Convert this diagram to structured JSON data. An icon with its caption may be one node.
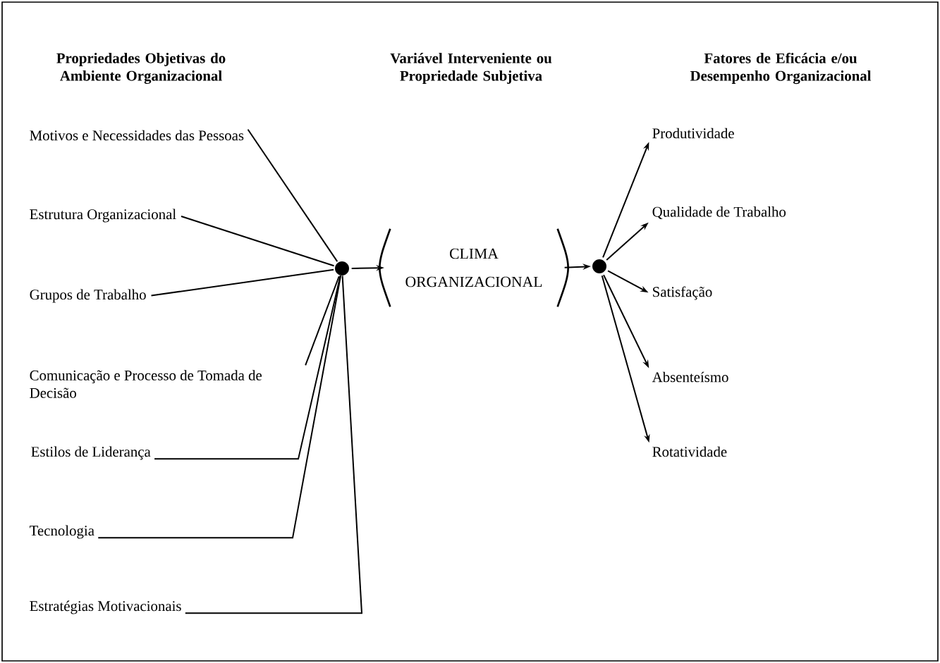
{
  "diagram": {
    "nodes": [
      {
        "text": [
          "Motivos e Necessidades das Pessoas"
        ]
      },
      {
        "text": [
          "Estrutura Organizacional"
        ]
      },
      {
        "text": [
          "Grupos de Trabalho"
        ]
      },
      {
        "text": [
          "Comunicação e Processo de Tomada de Decisão"
        ]
      },
      {
        "text": [
          "Estilos de Liderança"
        ]
      },
      {
        "text": [
          "Tecnologia"
        ]
      },
      {
        "text": [
          "Estratégias Motivacionais"
        ]
      },
      {
        "text": [],
        "shape": "circle"
      },
      {
        "text": [
          "CLIMA ORGANIZACIONAL"
        ]
      },
      {
        "text": [],
        "shape": "circle"
      },
      {
        "text": [
          "Produtividade"
        ]
      },
      {
        "text": [
          "Qualidade de Trabalho"
        ]
      },
      {
        "text": [
          "Satisfação"
        ]
      },
      {
        "text": [
          "Absenteísmo"
        ]
      },
      {
        "text": [
          "Rotatividade"
        ]
      }
    ],
    "edges": [
      {
        "from": 0,
        "to": 7,
        "arrow": "none"
      },
      {
        "from": 1,
        "to": 7,
        "arrow": "none"
      },
      {
        "from": 2,
        "to": 7,
        "arrow": "none"
      },
      {
        "from": 3,
        "to": 7,
        "arrow": "none"
      },
      {
        "from": 4,
        "to": 7,
        "arrow": "none"
      },
      {
        "from": 5,
        "to": 7,
        "arrow": "none"
      },
      {
        "from": 6,
        "to": 7,
        "arrow": "none"
      },
      {
        "from": 7,
        "to": 8,
        "arrow": "to"
      },
      {
        "from": 8,
        "to": 9,
        "arrow": "to"
      },
      {
        "from": 9,
        "to": 10,
        "arrow": "to"
      },
      {
        "from": 9,
        "to": 11,
        "arrow": "to"
      },
      {
        "from": 9,
        "to": 12,
        "arrow": "to"
      },
      {
        "from": 9,
        "to": 13,
        "arrow": "to"
      },
      {
        "from": 9,
        "to": 14,
        "arrow": "to"
      }
    ],
    "labels": [
      "Propriedades Objetivas do Ambiente Organizacional",
      "Variável Interveniente ou Propriedade Subjetiva",
      "Fatores de Eficácia e/ou Desempenho Organizacional"
    ]
  }
}
